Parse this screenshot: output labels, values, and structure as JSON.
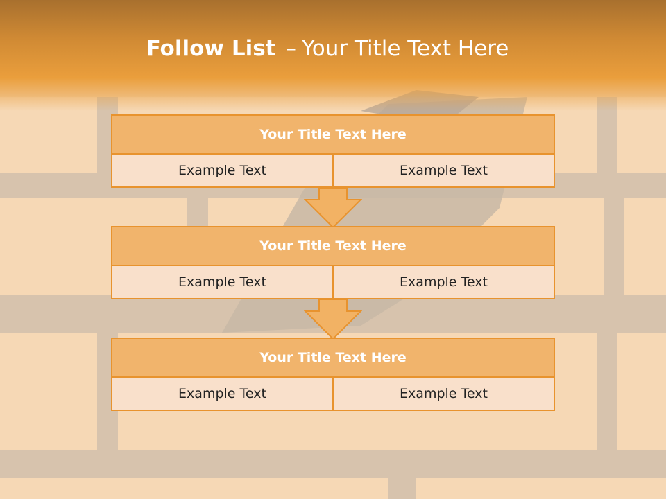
{
  "slide": {
    "title_bold": "Follow List",
    "title_separator": "–",
    "title_rest": "Your Title Text Here"
  },
  "blocks": [
    {
      "title": "Your Title Text Here",
      "left": "Example Text",
      "right": "Example Text"
    },
    {
      "title": "Your Title Text Here",
      "left": "Example Text",
      "right": "Example Text"
    },
    {
      "title": "Your Title Text Here",
      "left": "Example Text",
      "right": "Example Text"
    }
  ],
  "colors": {
    "accent": "#e8932e",
    "header_fill": "#f1b46c",
    "cell_fill": "#f9e0cb",
    "title_text": "#ffffff"
  }
}
